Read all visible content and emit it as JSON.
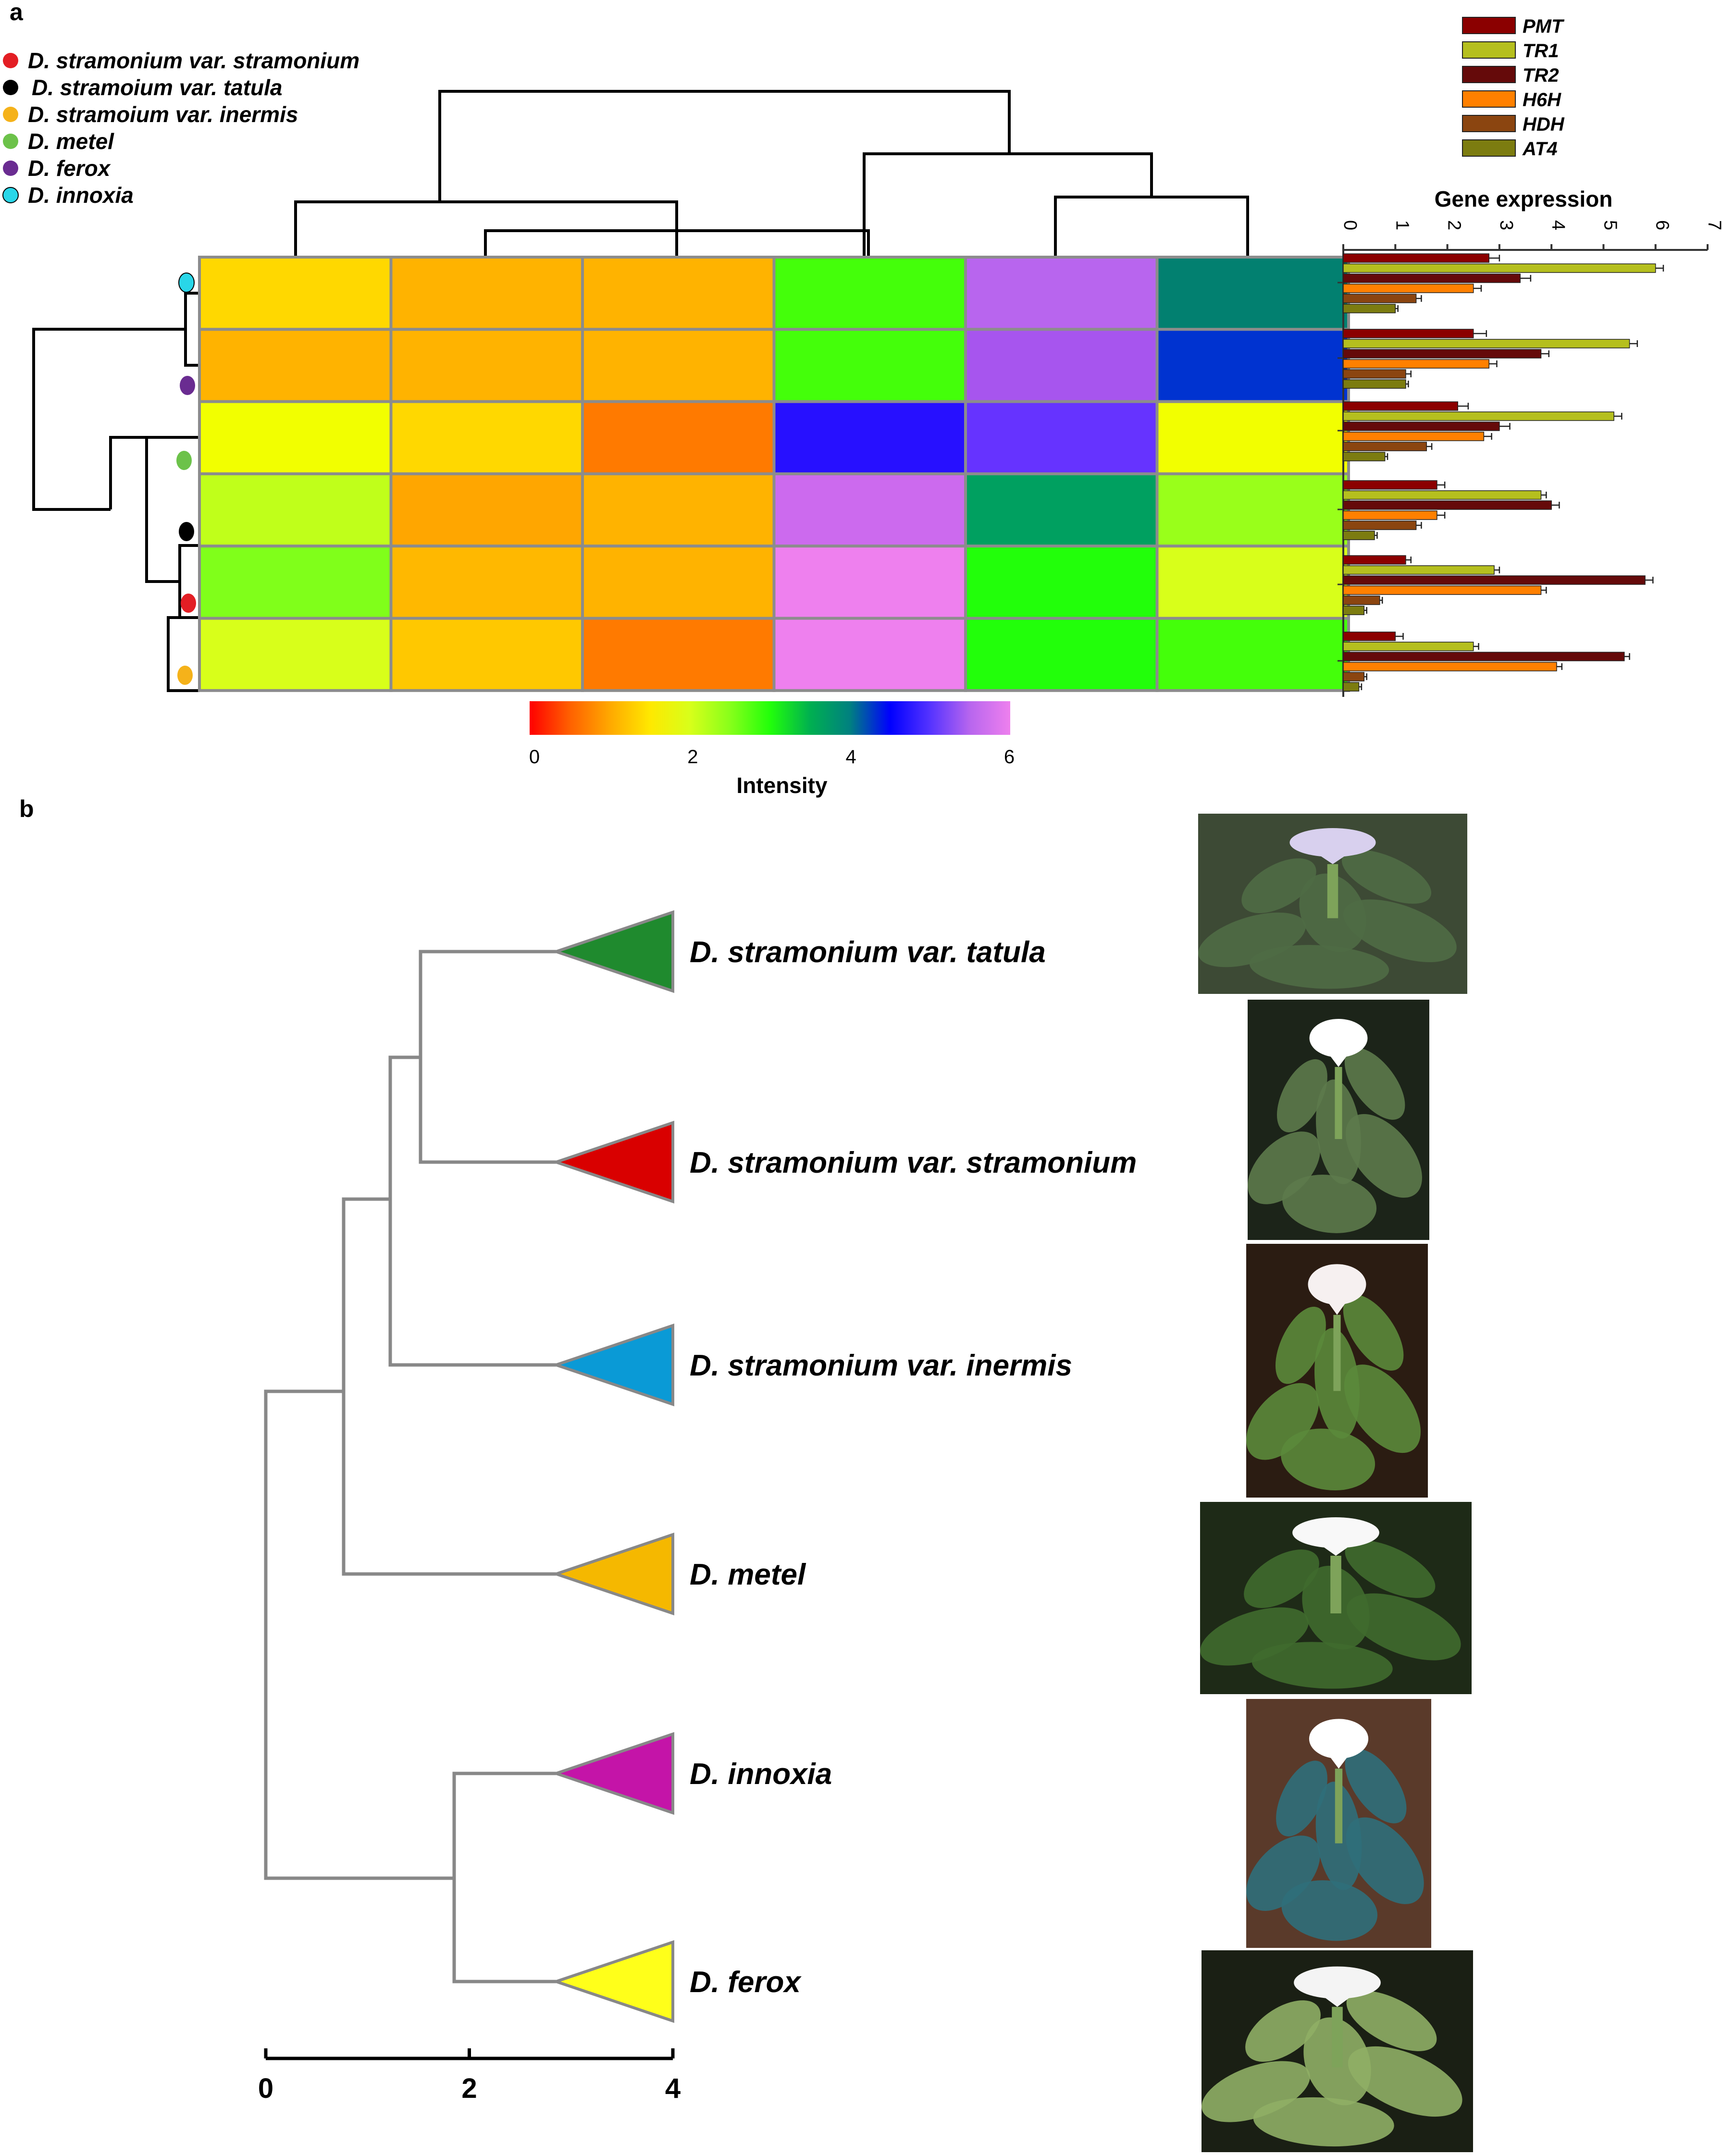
{
  "panels": {
    "a": "a",
    "b": "b"
  },
  "legend_species": [
    {
      "label": "D. stramonium var. stramonium",
      "color": "#e31e24"
    },
    {
      "label": "D. stramoium var. tatula",
      "color": "#000000"
    },
    {
      "label": "D. stramoium var. inermis",
      "color": "#f5b21a"
    },
    {
      "label": "D. metel",
      "color": "#6cc24a"
    },
    {
      "label": "D. ferox",
      "color": "#6a2c91"
    },
    {
      "label": "D. innoxia",
      "color": "#29d6e8"
    }
  ],
  "chart_data": [
    {
      "type": "heatmap",
      "row_markers": [
        "#29d6e8",
        "#6a2c91",
        "#6cc24a",
        "#000000",
        "#e31e24",
        "#f5b21a"
      ],
      "values": [
        [
          2.0,
          2.4,
          2.4,
          3.6,
          6.1,
          4.4
        ],
        [
          2.4,
          2.4,
          2.4,
          3.6,
          6.2,
          5.1
        ],
        [
          2.6,
          2.1,
          1.4,
          5.2,
          5.6,
          2.7
        ],
        [
          3.1,
          2.3,
          2.3,
          6.3,
          4.3,
          3.3
        ],
        [
          3.3,
          2.2,
          2.2,
          6.6,
          3.7,
          2.9
        ],
        [
          2.9,
          2.1,
          1.4,
          6.6,
          3.7,
          3.6
        ]
      ],
      "cell_colors": [
        [
          "#ffd800",
          "#ffb300",
          "#ffb300",
          "#44ff0a",
          "#b865ee",
          "#028070"
        ],
        [
          "#ffb300",
          "#ffb300",
          "#ffb300",
          "#44ff0a",
          "#a755ee",
          "#0033d0"
        ],
        [
          "#f2ff00",
          "#ffd800",
          "#ff7a00",
          "#2710ff",
          "#6633ff",
          "#f2ff00"
        ],
        [
          "#c0ff1a",
          "#ffa600",
          "#ffb300",
          "#cc6aee",
          "#00a060",
          "#99ff1a"
        ],
        [
          "#80ff1a",
          "#ffb800",
          "#ffb300",
          "#ee80ee",
          "#22ff0a",
          "#d8ff1a"
        ],
        [
          "#d8ff1a",
          "#ffc800",
          "#ff7a00",
          "#ee80ee",
          "#22ff0a",
          "#44ff0a"
        ]
      ],
      "colorbar": {
        "title": "Intensity",
        "ticks": [
          0,
          2,
          4,
          6
        ],
        "range": [
          0,
          6
        ],
        "stops": [
          "#ff0000",
          "#ff6000",
          "#ffa800",
          "#ffe800",
          "#d8ff1a",
          "#88ff1a",
          "#22ff0a",
          "#00b050",
          "#008080",
          "#0000ff",
          "#5533ff",
          "#b866ee",
          "#ee80ee"
        ]
      }
    },
    {
      "type": "bar",
      "title": "Gene expression",
      "xlim": [
        0,
        7
      ],
      "ticks": [
        0,
        1,
        2,
        3,
        4,
        5,
        6,
        7
      ],
      "series": [
        {
          "name": "PMT",
          "color": "#8b0000",
          "values": [
            2.8,
            2.5,
            2.2,
            1.8,
            1.2,
            1.0
          ]
        },
        {
          "name": "TR1",
          "color": "#b5bf1e",
          "values": [
            6.0,
            5.5,
            5.2,
            3.8,
            2.9,
            2.5
          ]
        },
        {
          "name": "TR2",
          "color": "#650a0a",
          "values": [
            3.4,
            3.8,
            3.0,
            4.0,
            5.8,
            5.4
          ]
        },
        {
          "name": "H6H",
          "color": "#ff8000",
          "values": [
            2.5,
            2.8,
            2.7,
            1.8,
            3.8,
            4.1
          ]
        },
        {
          "name": "HDH",
          "color": "#8b4510",
          "values": [
            1.4,
            1.2,
            1.6,
            1.4,
            0.7,
            0.4
          ]
        },
        {
          "name": "AT4",
          "color": "#7c7c10",
          "values": [
            1.0,
            1.2,
            0.8,
            0.6,
            0.4,
            0.3
          ]
        }
      ],
      "errors": [
        [
          0.2,
          0.25,
          0.2,
          0.15,
          0.1,
          0.15
        ],
        [
          0.15,
          0.15,
          0.15,
          0.1,
          0.1,
          0.1
        ],
        [
          0.2,
          0.15,
          0.2,
          0.15,
          0.15,
          0.1
        ],
        [
          0.15,
          0.15,
          0.15,
          0.15,
          0.1,
          0.1
        ],
        [
          0.1,
          0.1,
          0.1,
          0.1,
          0.05,
          0.05
        ],
        [
          0.05,
          0.05,
          0.05,
          0.05,
          0.05,
          0.05
        ]
      ]
    },
    {
      "type": "diagram",
      "taxa": [
        {
          "label": "D. stramonium var. tatula",
          "color": "#1f8a2e"
        },
        {
          "label": "D. stramonium var. stramonium",
          "color": "#d90000"
        },
        {
          "label": "D. stramonium var. inermis",
          "color": "#0a9ad6"
        },
        {
          "label": "D. metel",
          "color": "#f5b800"
        },
        {
          "label": "D. innoxia",
          "color": "#c414a8"
        },
        {
          "label": "D. ferox",
          "color": "#ffff1a"
        }
      ],
      "scale_ticks": [
        0,
        2,
        4
      ],
      "scale_range": [
        0,
        4
      ]
    }
  ],
  "photos": [
    {
      "name": "photo-tatula",
      "bg": "#3d4a35",
      "leaf": "#4f6b45",
      "flower": "#d8d0ee"
    },
    {
      "name": "photo-stramonium",
      "bg": "#1c2419",
      "leaf": "#5d7a4b",
      "flower": "#ffffff"
    },
    {
      "name": "photo-inermis",
      "bg": "#2b1c12",
      "leaf": "#5b8a3b",
      "flower": "#f6f0f0"
    },
    {
      "name": "photo-metel",
      "bg": "#1e2a17",
      "leaf": "#3f6a2d",
      "flower": "#f8f8f8"
    },
    {
      "name": "photo-innoxia",
      "bg": "#5a3a2a",
      "leaf": "#2f6f7a",
      "flower": "#ffffff"
    },
    {
      "name": "photo-ferox",
      "bg": "#1a1f14",
      "leaf": "#8fae65",
      "flower": "#f4f4f4"
    }
  ]
}
